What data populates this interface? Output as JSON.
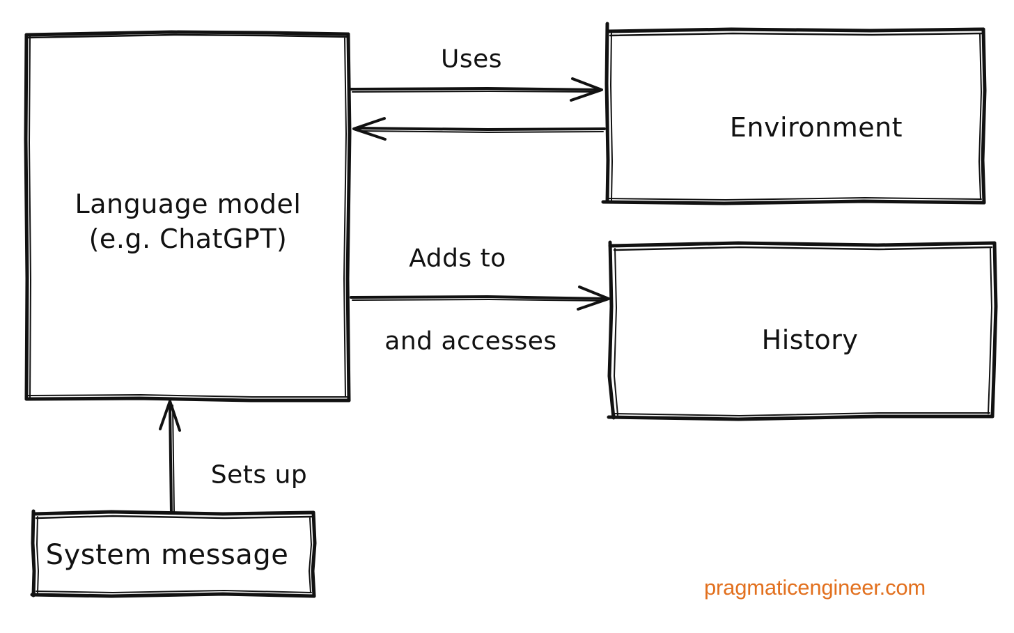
{
  "diagram": {
    "title": "Language model agent loop diagram",
    "style": "hand-drawn sketch, black ink on white",
    "colors": {
      "ink": "#111111",
      "background": "#ffffff",
      "watermark": "#e2701e"
    },
    "nodes": [
      {
        "id": "language-model",
        "label": "Language model\n(e.g. ChatGPT)",
        "shape": "rectangle"
      },
      {
        "id": "environment",
        "label": "Environment",
        "shape": "rectangle"
      },
      {
        "id": "history",
        "label": "History",
        "shape": "rectangle"
      },
      {
        "id": "system-message",
        "label": "System message",
        "shape": "rectangle"
      }
    ],
    "edges": [
      {
        "id": "lm-to-environment",
        "from": "language-model",
        "to": "environment",
        "label": "Uses",
        "direction": "bidirectional"
      },
      {
        "id": "lm-to-history",
        "from": "language-model",
        "to": "history",
        "label_above": "Adds to",
        "label_below": "and accesses",
        "direction": "forward"
      },
      {
        "id": "system-message-to-lm",
        "from": "system-message",
        "to": "language-model",
        "label": "Sets up",
        "direction": "forward"
      }
    ]
  },
  "watermark": {
    "text": "pragmaticengineer.com"
  }
}
